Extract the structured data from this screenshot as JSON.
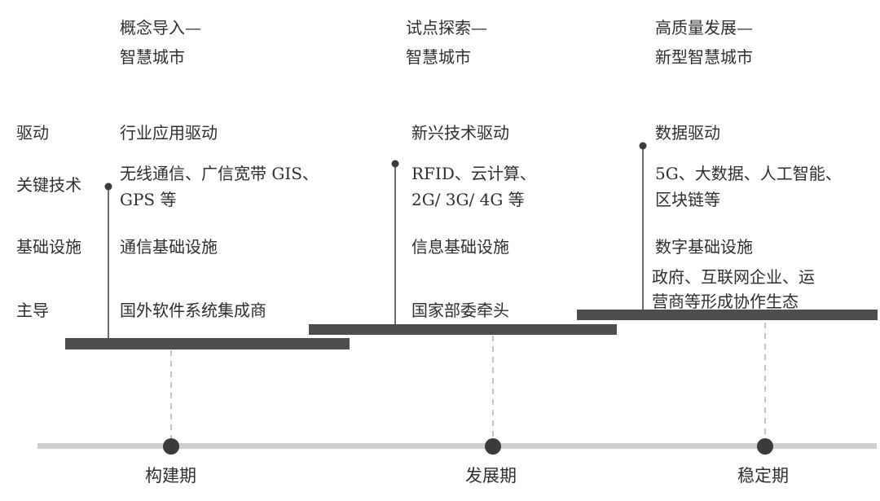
{
  "stages": [
    {
      "title_line1": "概念导入—",
      "title_line2": "智慧城市",
      "driver": "行业应用驱动",
      "tech_line1": "无线通信、广信宽带 GIS、",
      "tech_line2": "GPS 等",
      "infrastructure": "通信基础设施",
      "leader_line1": "国外软件系统集成商",
      "leader_line2": "",
      "period": "构建期"
    },
    {
      "title_line1": "试点探索—",
      "title_line2": "智慧城市",
      "driver": "新兴技术驱动",
      "tech_line1": "RFID、云计算、",
      "tech_line2": "2G/ 3G/ 4G 等",
      "infrastructure": "信息基础设施",
      "leader_line1": "国家部委牵头",
      "leader_line2": "",
      "period": "发展期"
    },
    {
      "title_line1": "高质量发展—",
      "title_line2": "新型智慧城市",
      "driver": "数据驱动",
      "tech_line1": "5G、大数据、人工智能、",
      "tech_line2": "区块链等",
      "infrastructure": "数字基础设施",
      "leader_line1": "政府、互联网企业、运",
      "leader_line2": "营商等形成协作生态",
      "period": "稳定期"
    }
  ],
  "row_labels": {
    "driver": "驱动",
    "tech": "关键技术",
    "infrastructure": "基础设施",
    "leader": "主导"
  },
  "colors": {
    "bar": "#4d4d4d",
    "stem": "#6e6e6e",
    "dashed": "#c4c4c4",
    "timeline": "#cfcfcf",
    "node": "#3b3b3b"
  }
}
